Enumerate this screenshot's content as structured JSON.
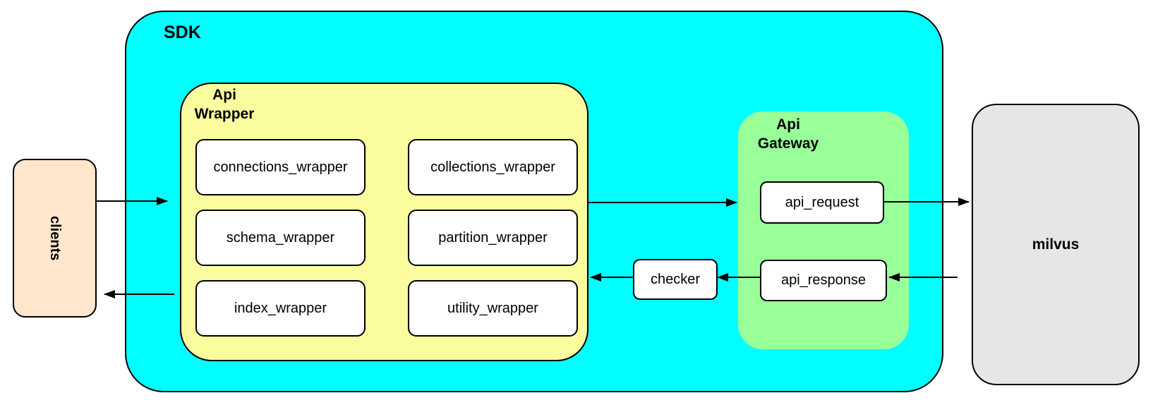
{
  "colors": {
    "sdk_fill": "#00ffff",
    "api_wrapper_fill": "#fbfc9d",
    "api_gateway_fill": "#99ff99",
    "clients_fill": "#ffe6cc",
    "milvus_fill": "#e6e6e6",
    "node_fill": "#ffffff",
    "stroke": "#000000"
  },
  "nodes": {
    "clients": "clients",
    "sdk": "SDK",
    "api_wrapper": "Api\nWrapper",
    "wrapper_boxes": [
      "connections_wrapper",
      "collections_wrapper",
      "schema_wrapper",
      "partition_wrapper",
      "index_wrapper",
      "utility_wrapper"
    ],
    "checker": "checker",
    "api_gateway": "Api\nGateway",
    "gateway_boxes": [
      "api_request",
      "api_response"
    ],
    "milvus": "milvus"
  },
  "edges": [
    {
      "from": "clients",
      "to": "sdk"
    },
    {
      "from": "api_wrapper",
      "to": "clients"
    },
    {
      "from": "api_wrapper",
      "to": "api_request"
    },
    {
      "from": "api_request",
      "to": "milvus"
    },
    {
      "from": "milvus",
      "to": "api_response"
    },
    {
      "from": "api_response",
      "to": "checker"
    },
    {
      "from": "checker",
      "to": "api_wrapper"
    }
  ]
}
